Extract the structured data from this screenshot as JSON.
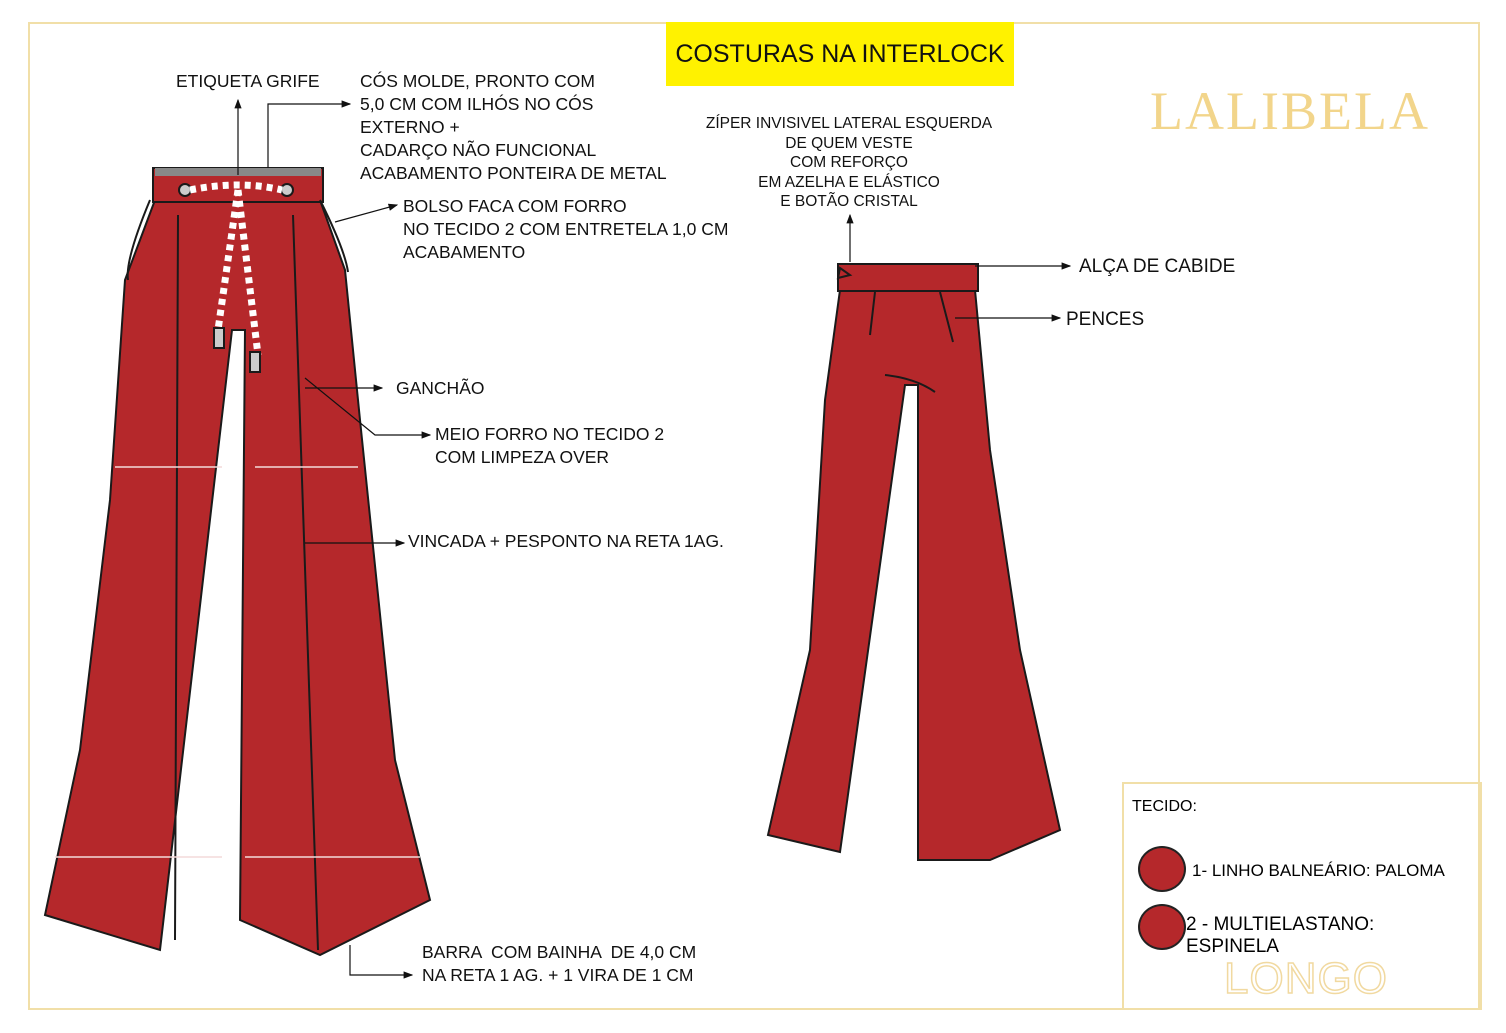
{
  "title": "COSTURAS NA INTERLOCK",
  "brand": "LALIBELA",
  "colors": {
    "fabric": "#b5282b",
    "brand_gold": "#f2d58b",
    "title_bg": "#fff200"
  },
  "front_labels": {
    "etiqueta": "ETIQUETA GRIFE",
    "cos": "CÓS MOLDE, PRONTO COM\n5,0 CM COM ILHÓS NO CÓS\nEXTERNO +\nCADARÇO NÃO FUNCIONAL\nACABAMENTO PONTEIRA DE METAL",
    "bolso": "BOLSO FACA COM FORRO\nNO TECIDO 2 COM ENTRETELA 1,0 CM\nACABAMENTO",
    "ganchao": "GANCHÃO",
    "meio_forro": "MEIO FORRO NO TECIDO 2\nCOM LIMPEZA OVER",
    "vincada": "VINCADA + PESPONTO NA RETA 1AG.",
    "barra": "BARRA  COM BAINHA  DE 4,0 CM\nNA RETA 1 AG. + 1 VIRA DE 1 CM"
  },
  "back_labels": {
    "ziper": "ZÍPER INVISIVEL LATERAL ESQUERDA\nDE QUEM VESTE\nCOM REFORÇO\nEM AZELHA E ELÁSTICO\nE BOTÃO CRISTAL",
    "alca": "ALÇA DE CABIDE",
    "pences": "PENCES"
  },
  "legend": {
    "heading": "TECIDO:",
    "items": [
      {
        "label": "1- LINHO BALNEÁRIO: PALOMA",
        "color": "#b5282b"
      },
      {
        "label": "2 - MULTIELASTANO:\nESPINELA",
        "color": "#b5282b"
      }
    ],
    "length": "LONGO"
  }
}
